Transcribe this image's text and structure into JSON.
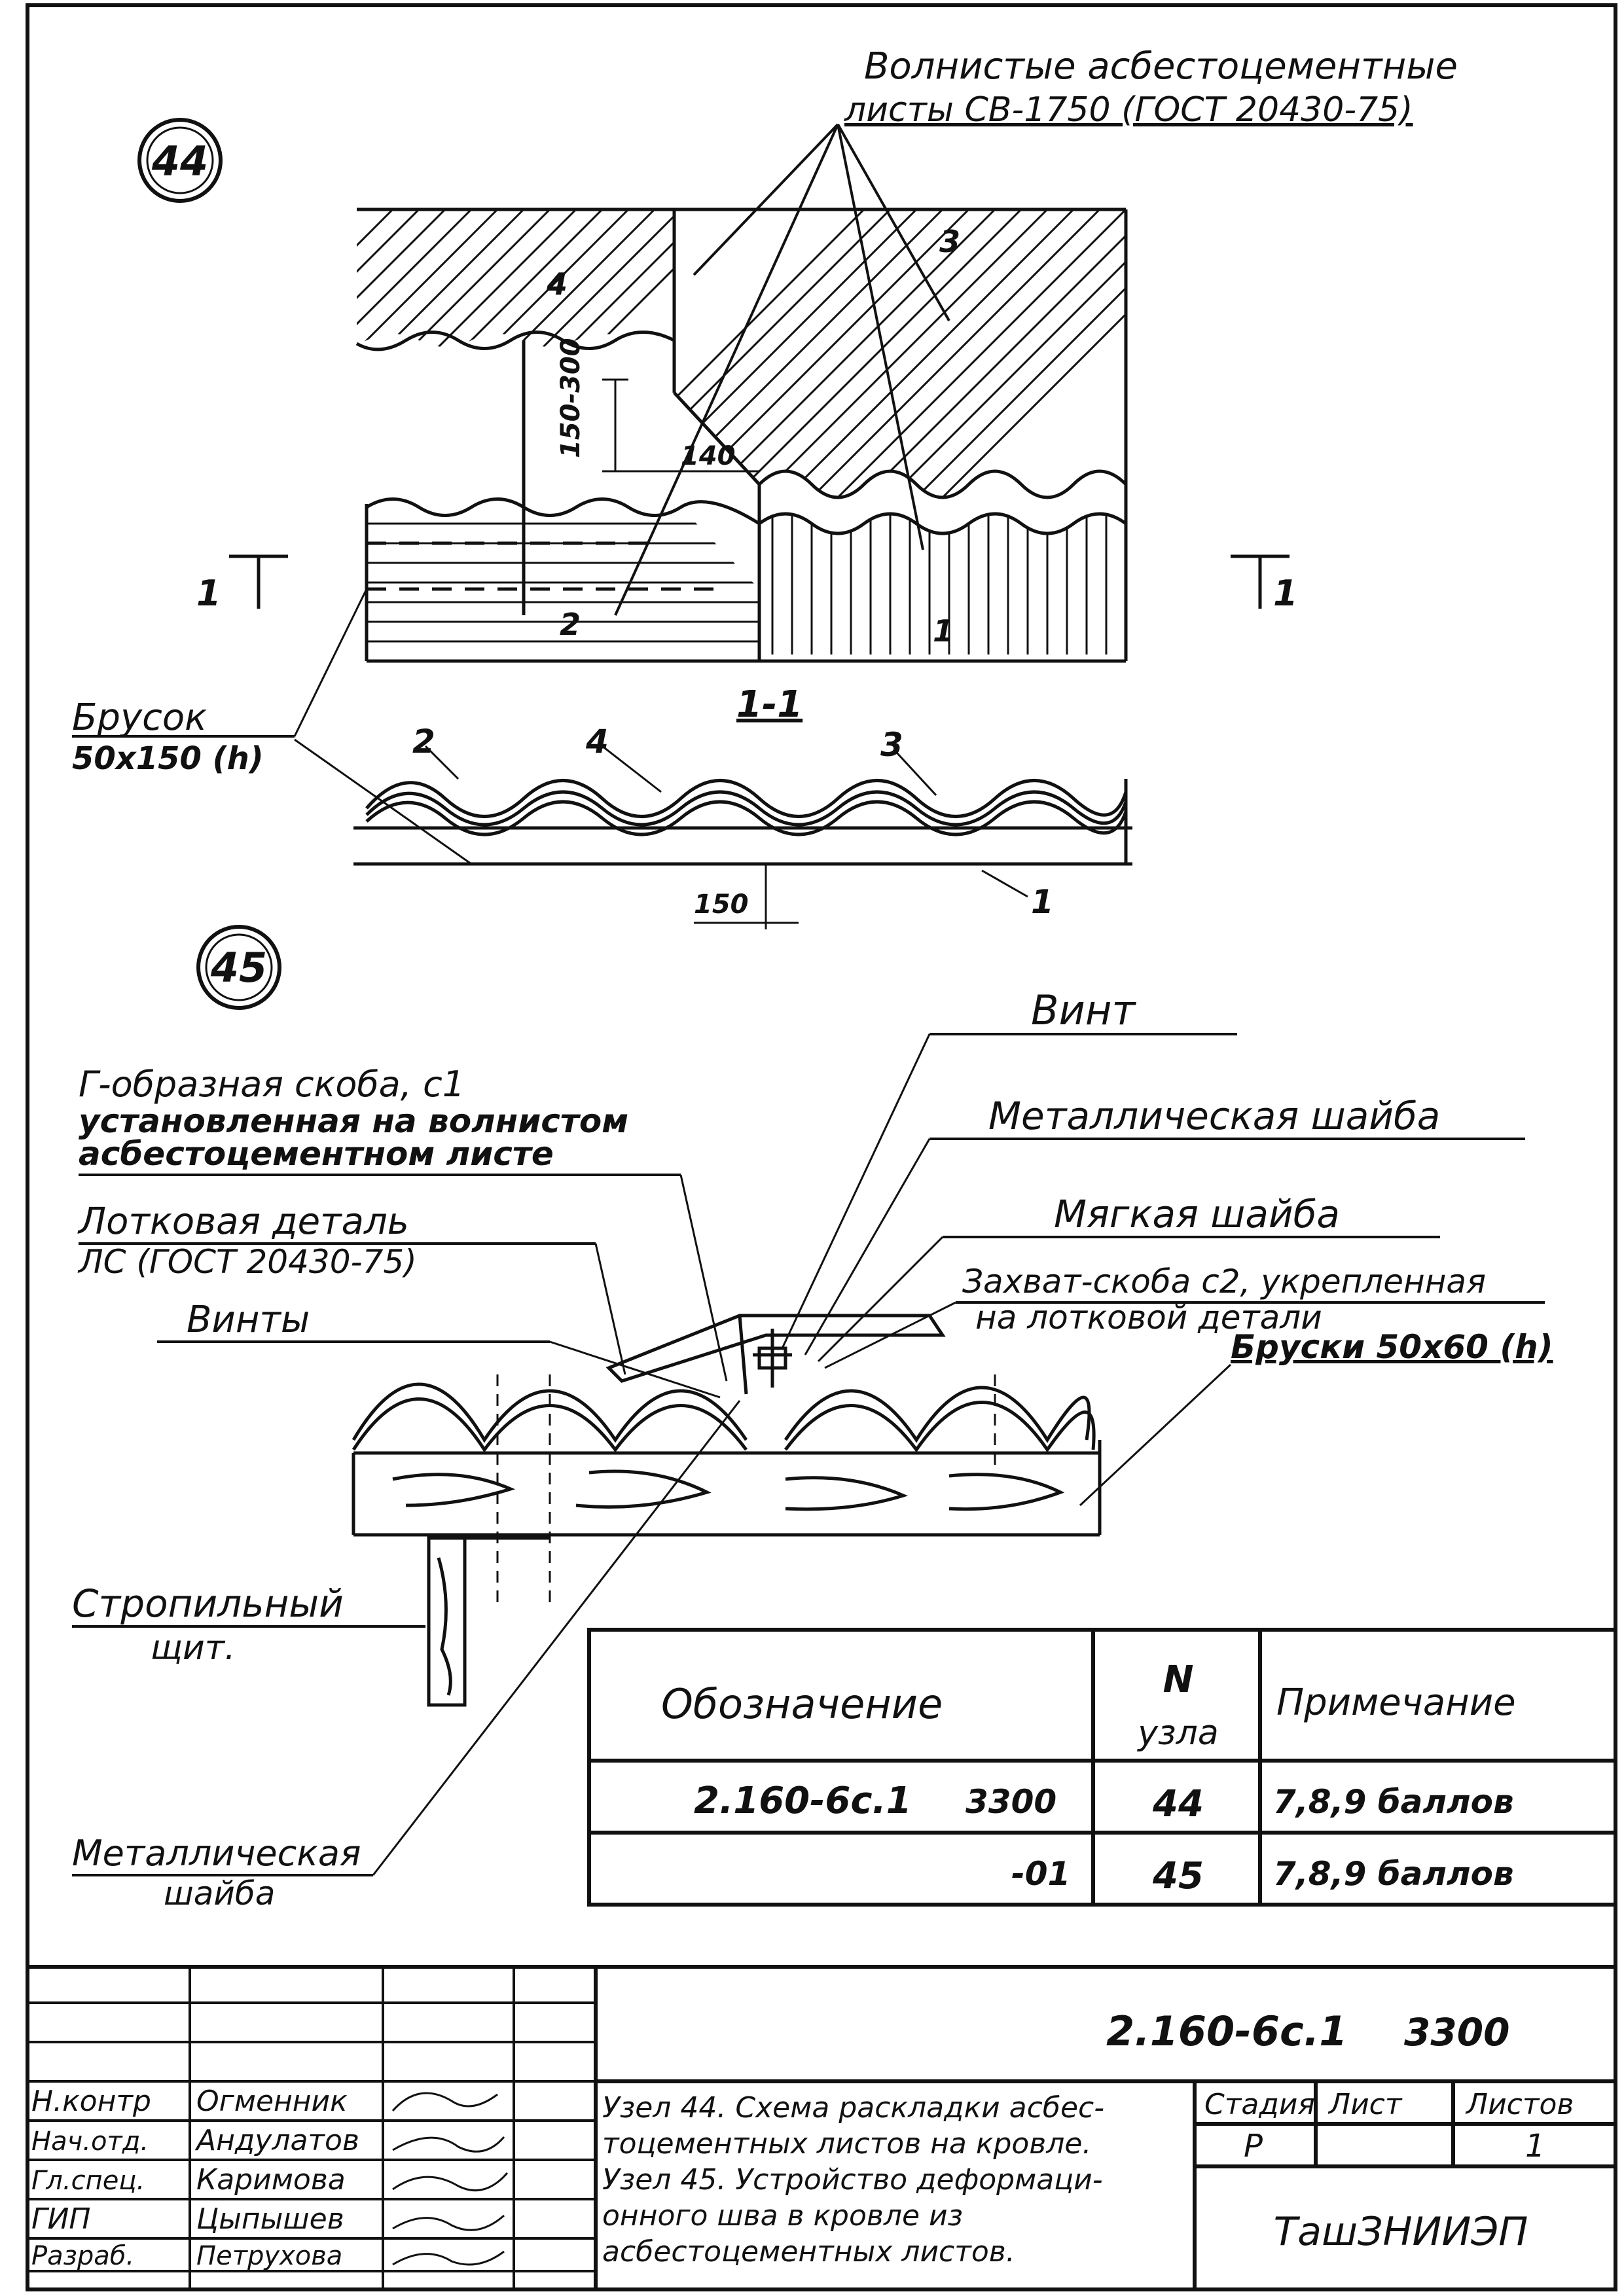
{
  "node44": {
    "number": "44",
    "sheets_label_line1": "Волнистые асбестоцементные",
    "sheets_label_line2": "листы СВ-1750 (ГОСТ 20430-75)",
    "dim_lap": "150-300",
    "dim_140": "140",
    "dim_150": "150",
    "section_mark": "1",
    "section_title": "1-1",
    "brusok_line1": "Брусок",
    "brusok_line2": "50x150 (h)",
    "callouts": {
      "c1": "1",
      "c2": "2",
      "c3": "3",
      "c4": "4"
    }
  },
  "node45": {
    "number": "45",
    "vint": "Винт",
    "bracket_line1": "Г-образная скоба, с1",
    "bracket_line2": "установленная на волнистом",
    "bracket_line3": "асбестоцементном листе",
    "metal_washer_top": "Металлическая шайба",
    "tray_line1": "Лотковая деталь",
    "tray_line2": "ЛС (ГОСТ 20430-75)",
    "soft_washer": "Мягкая шайба",
    "grip_line1": "Захват-скоба с2, укрепленная",
    "grip_line2": "на лотковой детали",
    "bars": "Бруски 50x60 (h)",
    "screws": "Винты",
    "rafter_line1": "Стропильный",
    "rafter_line2": "щит.",
    "metal_washer_bottom_line1": "Металлическая",
    "metal_washer_bottom_line2": "шайба"
  },
  "spec_table": {
    "headers": {
      "designation": "Обозначение",
      "node_line1": "N",
      "node_line2": "узла",
      "note": "Примечание"
    },
    "rows": [
      {
        "designation": "2.160-6с.1",
        "code": "3300",
        "node": "44",
        "note": "7,8,9 баллов"
      },
      {
        "designation": "",
        "code": "-01",
        "node": "45",
        "note": "7,8,9 баллов"
      }
    ]
  },
  "title_block": {
    "doc_code": "2.160-6с.1",
    "doc_num": "3300",
    "roles": [
      {
        "role": "Н.контр",
        "name": "Огменник"
      },
      {
        "role": "Нач.отд.",
        "name": "Андулатов"
      },
      {
        "role": "Гл.спец.",
        "name": "Каримова"
      },
      {
        "role": "ГИП",
        "name": "Цыпышев"
      },
      {
        "role": "Разраб.",
        "name": "Петрухова"
      }
    ],
    "title_line1": "Узел 44. Схема раскладки асбес-",
    "title_line2": "тоцементных листов на кровле.",
    "title_line3": "Узел 45. Устройство деформаци-",
    "title_line4": "онного шва в кровле из",
    "title_line5": "асбестоцементных листов.",
    "stage_label": "Стадия",
    "sheet_label": "Лист",
    "sheets_label": "Листов",
    "stage": "Р",
    "sheet": "",
    "sheets": "1",
    "org": "ТашЗНИИЭП"
  }
}
